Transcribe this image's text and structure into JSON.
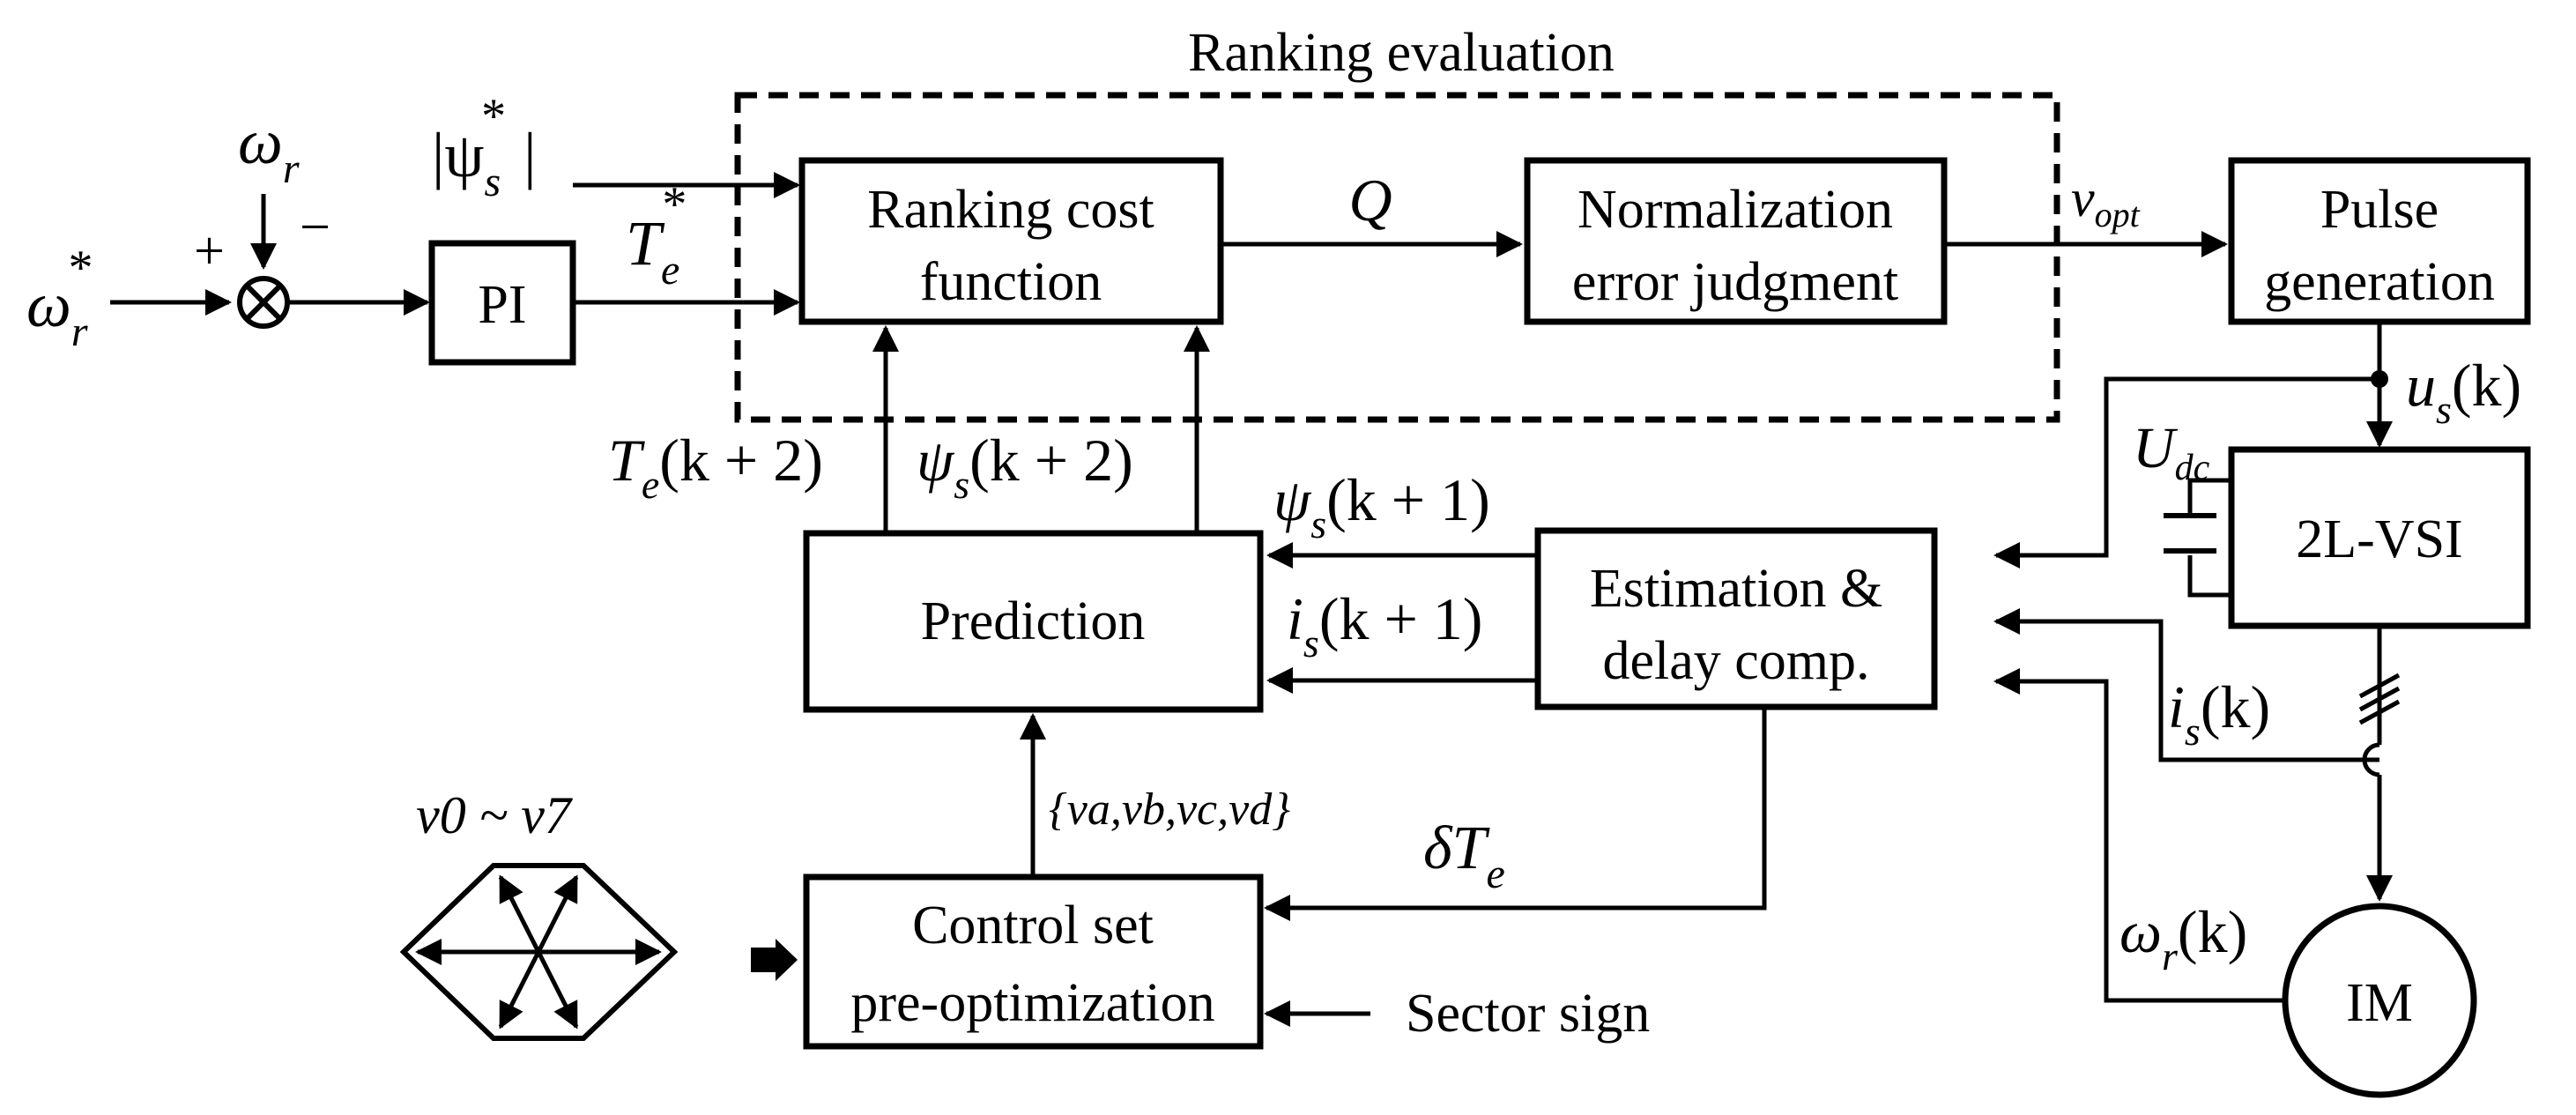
{
  "title": "Ranking evaluation",
  "blocks": {
    "pi": "PI",
    "ranking_cost": [
      "Ranking cost",
      "function"
    ],
    "normalization": [
      "Normalization",
      "error judgment"
    ],
    "pulse": [
      "Pulse",
      "generation"
    ],
    "vsi": "2L-VSI",
    "estimation": [
      "Estimation &",
      "delay comp."
    ],
    "prediction": "Prediction",
    "control_set": [
      "Control set",
      "pre-optimization"
    ],
    "motor": "IM"
  },
  "signals": {
    "omega_r_ref": "ω",
    "omega_r_ref_sub": "r",
    "omega_r_ref_sup": "*",
    "omega_r": "ω",
    "omega_r_sub": "r",
    "plus": "+",
    "minus": "−",
    "flux_ref": "|ψ",
    "flux_ref_sub": "s",
    "flux_ref_sup": "*",
    "flux_ref_close": "|",
    "torque_ref": "T",
    "torque_ref_sub": "e",
    "torque_ref_sup": "*",
    "q": "Q",
    "v_opt": "v",
    "v_opt_sub": "opt",
    "us": "u",
    "us_sub": "s",
    "us_arg": "(k)",
    "udc": "U",
    "udc_sub": "dc",
    "is": "i",
    "is_sub": "s",
    "is_arg": "(k)",
    "omega_rk": "ω",
    "omega_rk_sub": "r",
    "omega_rk_arg": "(k)",
    "te_k2": "T",
    "te_k2_sub": "e",
    "te_k2_arg": "(k + 2)",
    "psi_k2": "ψ",
    "psi_k2_sub": "s",
    "psi_k2_arg": "(k + 2)",
    "psi_k1": "ψ",
    "psi_k1_sub": "s",
    "psi_k1_arg": "(k + 1)",
    "is_k1": "i",
    "is_k1_sub": "s",
    "is_k1_arg": "(k + 1)",
    "vectors_set": "{va,vb,vc,vd}",
    "delta_te": "δT",
    "delta_te_sub": "e",
    "v0_v7": "v0 ~ v7",
    "sector": "Sector sign"
  }
}
